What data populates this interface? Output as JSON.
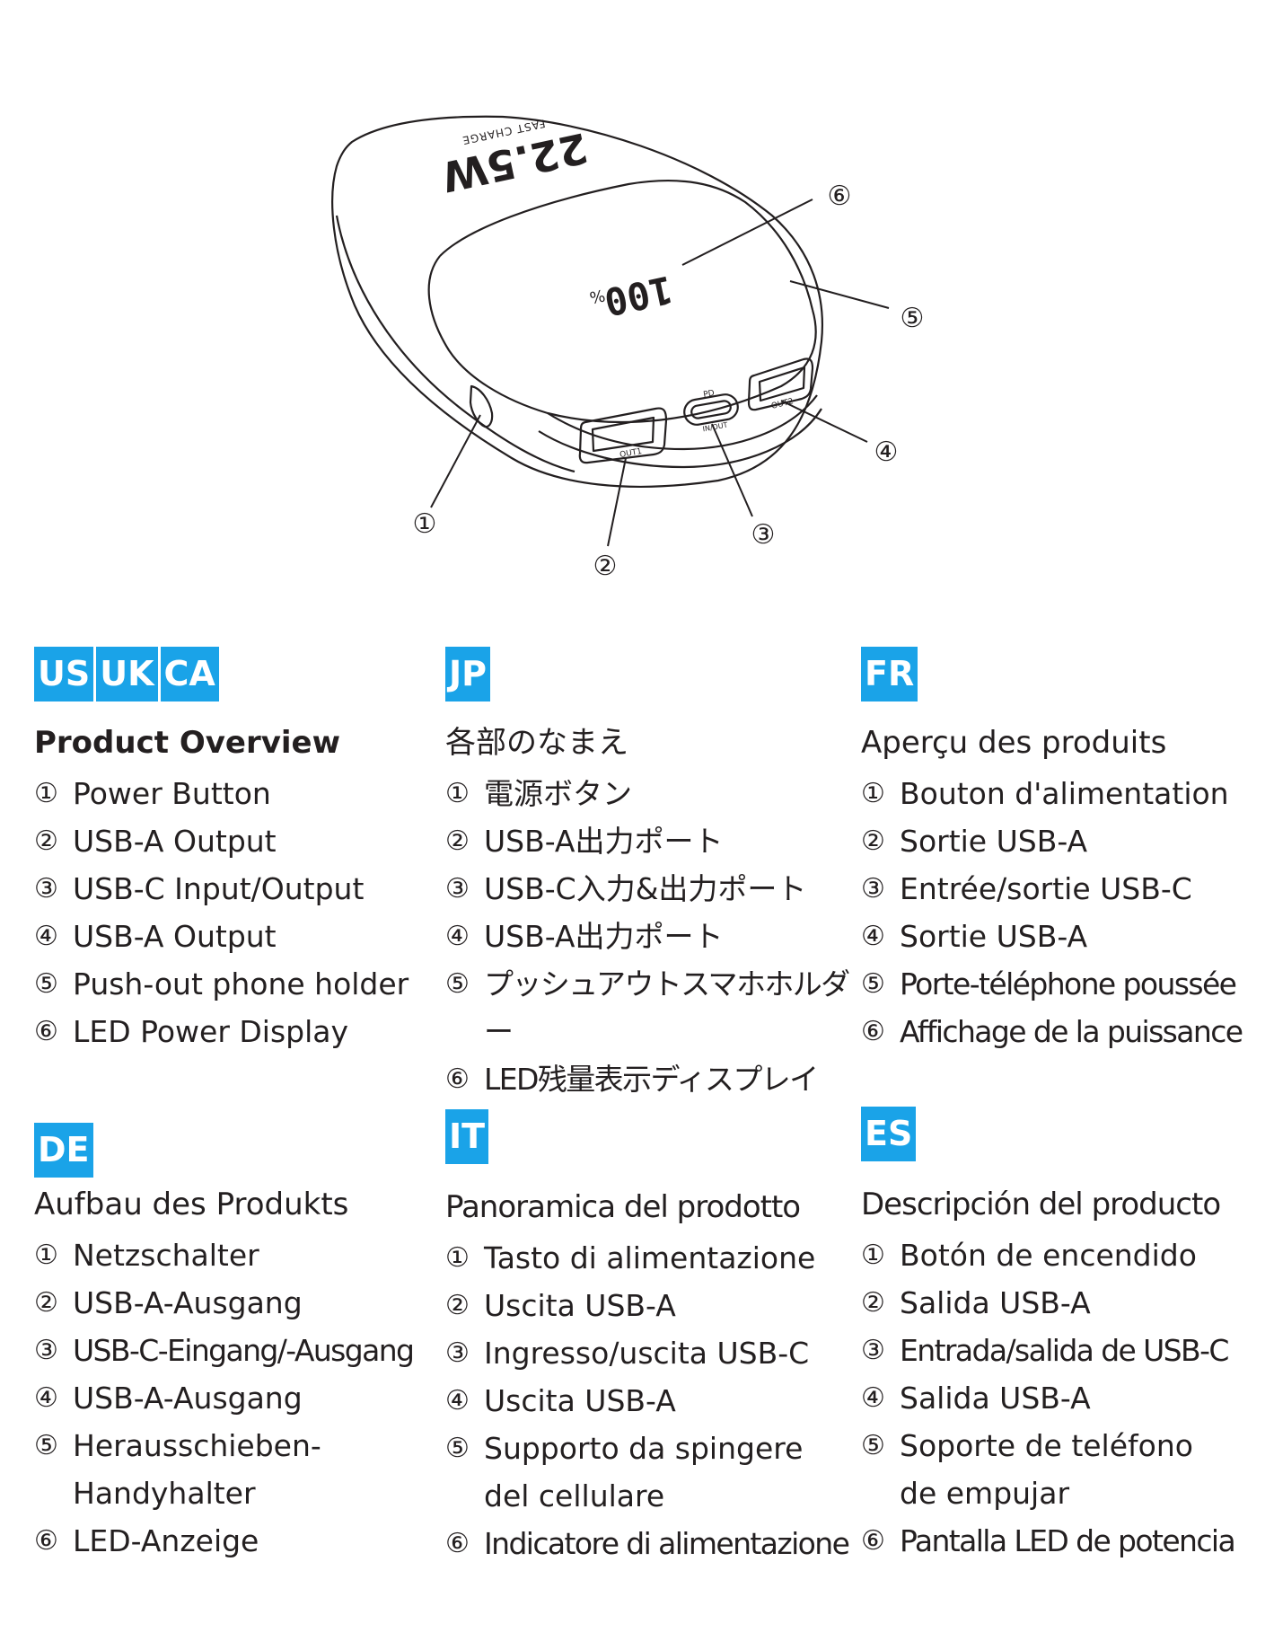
{
  "diagram": {
    "device_print": {
      "wattage": "22.5W",
      "caption": "FAST CHARGE",
      "display": "100",
      "percent": "%"
    },
    "ports": {
      "left": "OUT1",
      "center_top": "PD",
      "center_bottom": "IN/OUT",
      "right": "OUT2"
    },
    "callouts": [
      "①",
      "②",
      "③",
      "④",
      "⑤",
      "⑥"
    ]
  },
  "sections": [
    {
      "badges": [
        "US",
        "UK",
        "CA"
      ],
      "heading": "Product Overview",
      "items": [
        {
          "num": "①",
          "text": "Power Button"
        },
        {
          "num": "②",
          "text": "USB-A Output"
        },
        {
          "num": "③",
          "text": "USB-C Input/Output"
        },
        {
          "num": "④",
          "text": "USB-A Output"
        },
        {
          "num": "⑤",
          "text": "Push-out phone holder"
        },
        {
          "num": "⑥",
          "text": "LED Power Display"
        }
      ]
    },
    {
      "badges": [
        "JP"
      ],
      "heading": "各部のなまえ",
      "items": [
        {
          "num": "①",
          "text": "電源ボタン"
        },
        {
          "num": "②",
          "text": "USB-A出力ポート"
        },
        {
          "num": "③",
          "text": "USB-C入力&出力ポート"
        },
        {
          "num": "④",
          "text": "USB-A出力ポート"
        },
        {
          "num": "⑤",
          "text": "プッシュアウトスマホホルダー"
        },
        {
          "num": "⑥",
          "text": "LED残量表示ディスプレイ"
        }
      ]
    },
    {
      "badges": [
        "FR"
      ],
      "heading": "Aperçu des produits",
      "items": [
        {
          "num": "①",
          "text": "Bouton d'alimentation"
        },
        {
          "num": "②",
          "text": "Sortie USB-A"
        },
        {
          "num": "③",
          "text": "Entrée/sortie USB-C"
        },
        {
          "num": "④",
          "text": "Sortie USB-A"
        },
        {
          "num": "⑤",
          "text": "Porte-téléphone poussée"
        },
        {
          "num": "⑥",
          "text": "Affichage de la puissance"
        }
      ]
    },
    {
      "badges": [
        "DE"
      ],
      "heading": "Aufbau des Produkts",
      "items": [
        {
          "num": "①",
          "text": "Netzschalter"
        },
        {
          "num": "②",
          "text": "USB-A-Ausgang"
        },
        {
          "num": "③",
          "text": "USB-C-Eingang/-Ausgang"
        },
        {
          "num": "④",
          "text": "USB-A-Ausgang"
        },
        {
          "num": "⑤",
          "text": "Herausschieben-\nHandyhalter"
        },
        {
          "num": "⑥",
          "text": "LED-Anzeige"
        }
      ]
    },
    {
      "badges": [
        "IT"
      ],
      "heading": "Panoramica del prodotto",
      "items": [
        {
          "num": "①",
          "text": "Tasto di alimentazione"
        },
        {
          "num": "②",
          "text": "Uscita USB-A"
        },
        {
          "num": "③",
          "text": "Ingresso/uscita USB-C"
        },
        {
          "num": "④",
          "text": "Uscita USB-A"
        },
        {
          "num": "⑤",
          "text": "Supporto da spingere\ndel cellulare"
        },
        {
          "num": "⑥",
          "text": "Indicatore di alimentazione"
        }
      ]
    },
    {
      "badges": [
        "ES"
      ],
      "heading": "Descripción del producto",
      "items": [
        {
          "num": "①",
          "text": "Botón de encendido"
        },
        {
          "num": "②",
          "text": "Salida USB-A"
        },
        {
          "num": "③",
          "text": "Entrada/salida de USB-C"
        },
        {
          "num": "④",
          "text": "Salida USB-A"
        },
        {
          "num": "⑤",
          "text": "Soporte de teléfono\nde empujar"
        },
        {
          "num": "⑥",
          "text": "Pantalla LED de potencia"
        }
      ]
    }
  ]
}
